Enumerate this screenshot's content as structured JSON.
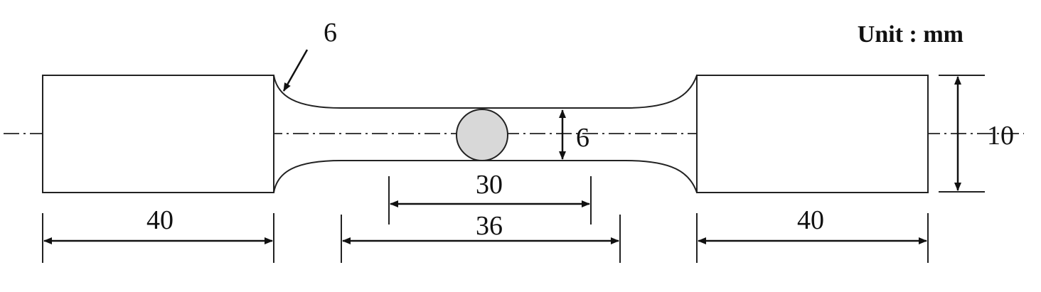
{
  "unit_label": "Unit : mm",
  "dimensions": {
    "left_grip_length": "40",
    "right_grip_length": "40",
    "fillet_radius": "6",
    "gauge_width": "6",
    "grip_width": "10",
    "gauge_length": "30",
    "parallel_length": "36"
  },
  "colors": {
    "line": "#222222",
    "marker_fill": "#d8d8d8"
  }
}
